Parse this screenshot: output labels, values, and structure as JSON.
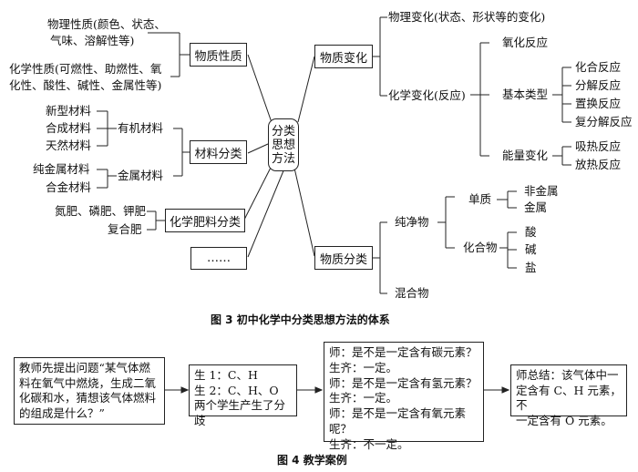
{
  "fig3": {
    "center": [
      "分类",
      "思想",
      "方法"
    ],
    "left": {
      "props": "物质性质",
      "phys_prop": [
        "物理性质(颜色、状态、",
        "气味、溶解性等)"
      ],
      "chem_prop": [
        "化学性质(可燃性、助燃性、氧",
        "化性、酸性、碱性、金属性等)"
      ],
      "materials": "材料分类",
      "organic": "有机材料",
      "new_mat": "新型材料",
      "synth_mat": "合成材料",
      "nat_mat": "天然材料",
      "metal_mat": "金属材料",
      "pure_metal": "纯金属材料",
      "alloy": "合金材料",
      "fert": "化学肥料分类",
      "fert1": "氮肥、磷肥、钾肥",
      "fert2": "复合肥",
      "dots": "……"
    },
    "right": {
      "change": "物质变化",
      "phys_change": "物理变化(状态、形状等的变化)",
      "chem_change": "化学变化(反应)",
      "oxid": "氧化反应",
      "basic": "基本类型",
      "combine": "化合反应",
      "decomp": "分解反应",
      "replace": "置换反应",
      "double": "复分解反应",
      "energy": "能量变化",
      "endo": "吸热反应",
      "exo": "放热反应",
      "matter": "物质分类",
      "pure": "纯净物",
      "mixture": "混合物",
      "element": "单质",
      "nonmetal": "非金属",
      "metal": "金属",
      "compound": "化合物",
      "acid": "酸",
      "base": "碱",
      "salt": "盐"
    },
    "caption": "图 3   初中化学中分类思想方法的体系"
  },
  "fig4": {
    "box1": [
      "教师先提出问题“某气体燃",
      "料在氧气中燃烧，生成二氧",
      "化碳和水，猜想该气体燃料",
      "的组成是什么？”"
    ],
    "box2": [
      "生 1：C、H",
      "生 2：C、H、O",
      "两个学生产生了分歧"
    ],
    "box3": [
      "师：是不是一定含有碳元素？",
      "生齐：一定。",
      "师：是不是一定含有氢元素？",
      "生齐：一定。",
      "师：是不是一定含有氧元素呢？",
      "生齐：不一定。"
    ],
    "box4": [
      "师总结：该气体中一",
      "定含有 C、H 元素，不",
      "一定含有 O 元素。"
    ],
    "caption": "图 4   教学案例"
  }
}
